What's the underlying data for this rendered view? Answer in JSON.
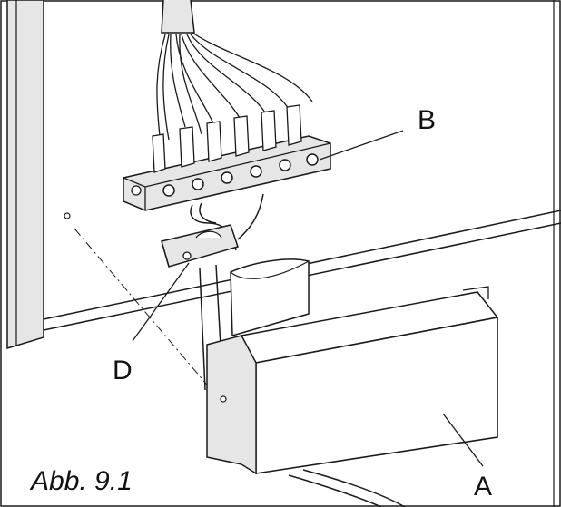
{
  "figure": {
    "caption": "Abb. 9.1",
    "labels": {
      "a": "A",
      "b": "B",
      "d": "D"
    },
    "colors": {
      "line": "#1a1a1a",
      "shade": "#e6e6e6",
      "panel": "#ffffff"
    }
  }
}
